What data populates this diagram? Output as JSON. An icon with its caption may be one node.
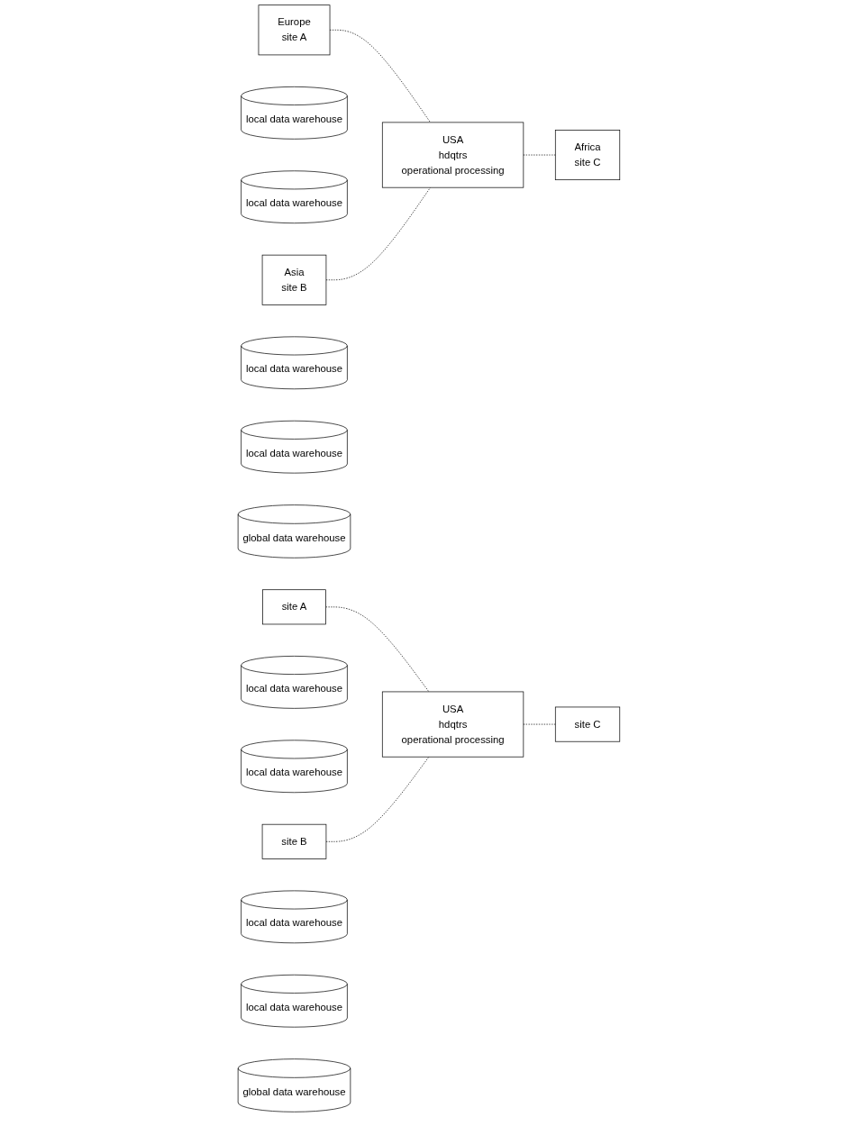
{
  "diagram": {
    "nodes": [
      {
        "text": [
          "Europe",
          "site A"
        ]
      },
      {
        "text": [
          "local data warehouse"
        ]
      },
      {
        "text": [
          "Africa",
          "site C"
        ]
      },
      {
        "text": [
          "local data warehouse"
        ]
      },
      {
        "text": [
          "USA",
          "hdqtrs",
          "operational processing"
        ]
      },
      {
        "text": [
          "Asia",
          "site B"
        ]
      },
      {
        "text": [
          "local data warehouse"
        ]
      },
      {
        "text": [
          "local data warehouse"
        ]
      },
      {
        "text": [
          "global data warehouse"
        ]
      },
      {
        "text": [
          "site A"
        ]
      },
      {
        "text": [
          "local data warehouse"
        ]
      },
      {
        "text": [
          "site C"
        ]
      },
      {
        "text": [
          "local data warehouse"
        ]
      },
      {
        "text": [
          "USA",
          "hdqtrs",
          "operational processing"
        ]
      },
      {
        "text": [
          "site B"
        ]
      },
      {
        "text": [
          "local data warehouse"
        ]
      },
      {
        "text": [
          "local data warehouse"
        ]
      },
      {
        "text": [
          "global data warehouse"
        ]
      }
    ],
    "edges": [
      {
        "from": 0,
        "to": 4,
        "arrow": "none",
        "style": "dashed"
      },
      {
        "from": 4,
        "to": 2,
        "arrow": "none",
        "style": "dashed"
      },
      {
        "from": 5,
        "to": 4,
        "arrow": "none",
        "style": "dashed"
      },
      {
        "from": 9,
        "to": 13,
        "arrow": "none",
        "style": "dashed"
      },
      {
        "from": 13,
        "to": 11,
        "arrow": "none",
        "style": "dashed"
      },
      {
        "from": 14,
        "to": 13,
        "arrow": "none",
        "style": "dashed"
      }
    ]
  }
}
